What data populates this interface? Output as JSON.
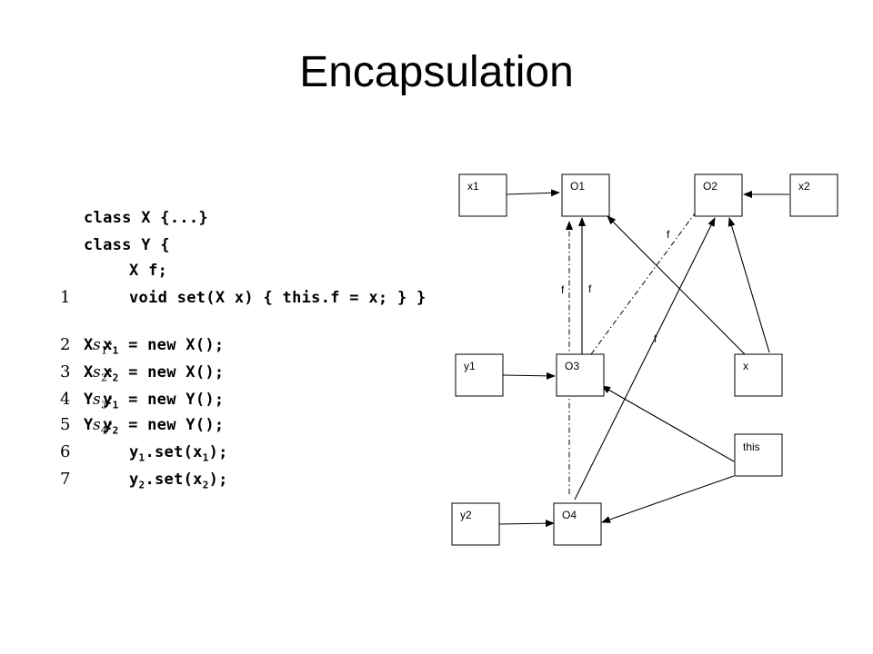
{
  "title": "Encapsulation",
  "code": {
    "lines": [
      {
        "num": "",
        "indent": 1,
        "parts": [
          {
            "t": "class X {...}"
          }
        ]
      },
      {
        "num": "",
        "indent": 1,
        "parts": [
          {
            "t": "class Y {"
          }
        ]
      },
      {
        "num": "",
        "indent": 2,
        "parts": [
          {
            "t": "X f;"
          }
        ]
      },
      {
        "num": "1",
        "indent": 2,
        "parts": [
          {
            "t": "void set(X x) { this.f = x; } }"
          }
        ]
      },
      {
        "num": "2",
        "indent": 1,
        "stmt": "s",
        "stmt_sub": "1",
        "parts": [
          {
            "t": "X x"
          },
          {
            "sub": "1"
          },
          {
            "t": " = new X();"
          }
        ]
      },
      {
        "num": "3",
        "indent": 1,
        "stmt": "s",
        "stmt_sub": "2",
        "parts": [
          {
            "t": "X x"
          },
          {
            "sub": "2"
          },
          {
            "t": " = new X();"
          }
        ]
      },
      {
        "num": "4",
        "indent": 1,
        "stmt": "s",
        "stmt_sub": "3",
        "parts": [
          {
            "t": "Y y"
          },
          {
            "sub": "1"
          },
          {
            "t": " = new Y();"
          }
        ]
      },
      {
        "num": "5",
        "indent": 1,
        "stmt": "s",
        "stmt_sub": "4",
        "parts": [
          {
            "t": "Y y"
          },
          {
            "sub": "2"
          },
          {
            "t": " = new Y();"
          }
        ]
      },
      {
        "num": "6",
        "indent": 2,
        "parts": [
          {
            "t": "y"
          },
          {
            "sub": "1"
          },
          {
            "t": ".set(x"
          },
          {
            "sub": "1"
          },
          {
            "t": ");"
          }
        ]
      },
      {
        "num": "7",
        "indent": 2,
        "parts": [
          {
            "t": "y"
          },
          {
            "sub": "2"
          },
          {
            "t": ".set(x"
          },
          {
            "sub": "2"
          },
          {
            "t": ");"
          }
        ]
      }
    ]
  },
  "diagram": {
    "nodes": {
      "x1": "x1",
      "O1": "O1",
      "O2": "O2",
      "x2": "x2",
      "y1": "y1",
      "O3": "O3",
      "x": "x",
      "this": "this",
      "y2": "y2",
      "O4": "O4"
    },
    "edge_labels": {
      "o3_o1_dashed": "f",
      "o3_o1_solid": "f",
      "o3_o2_dashed": "f",
      "o4_o2": "f"
    }
  }
}
